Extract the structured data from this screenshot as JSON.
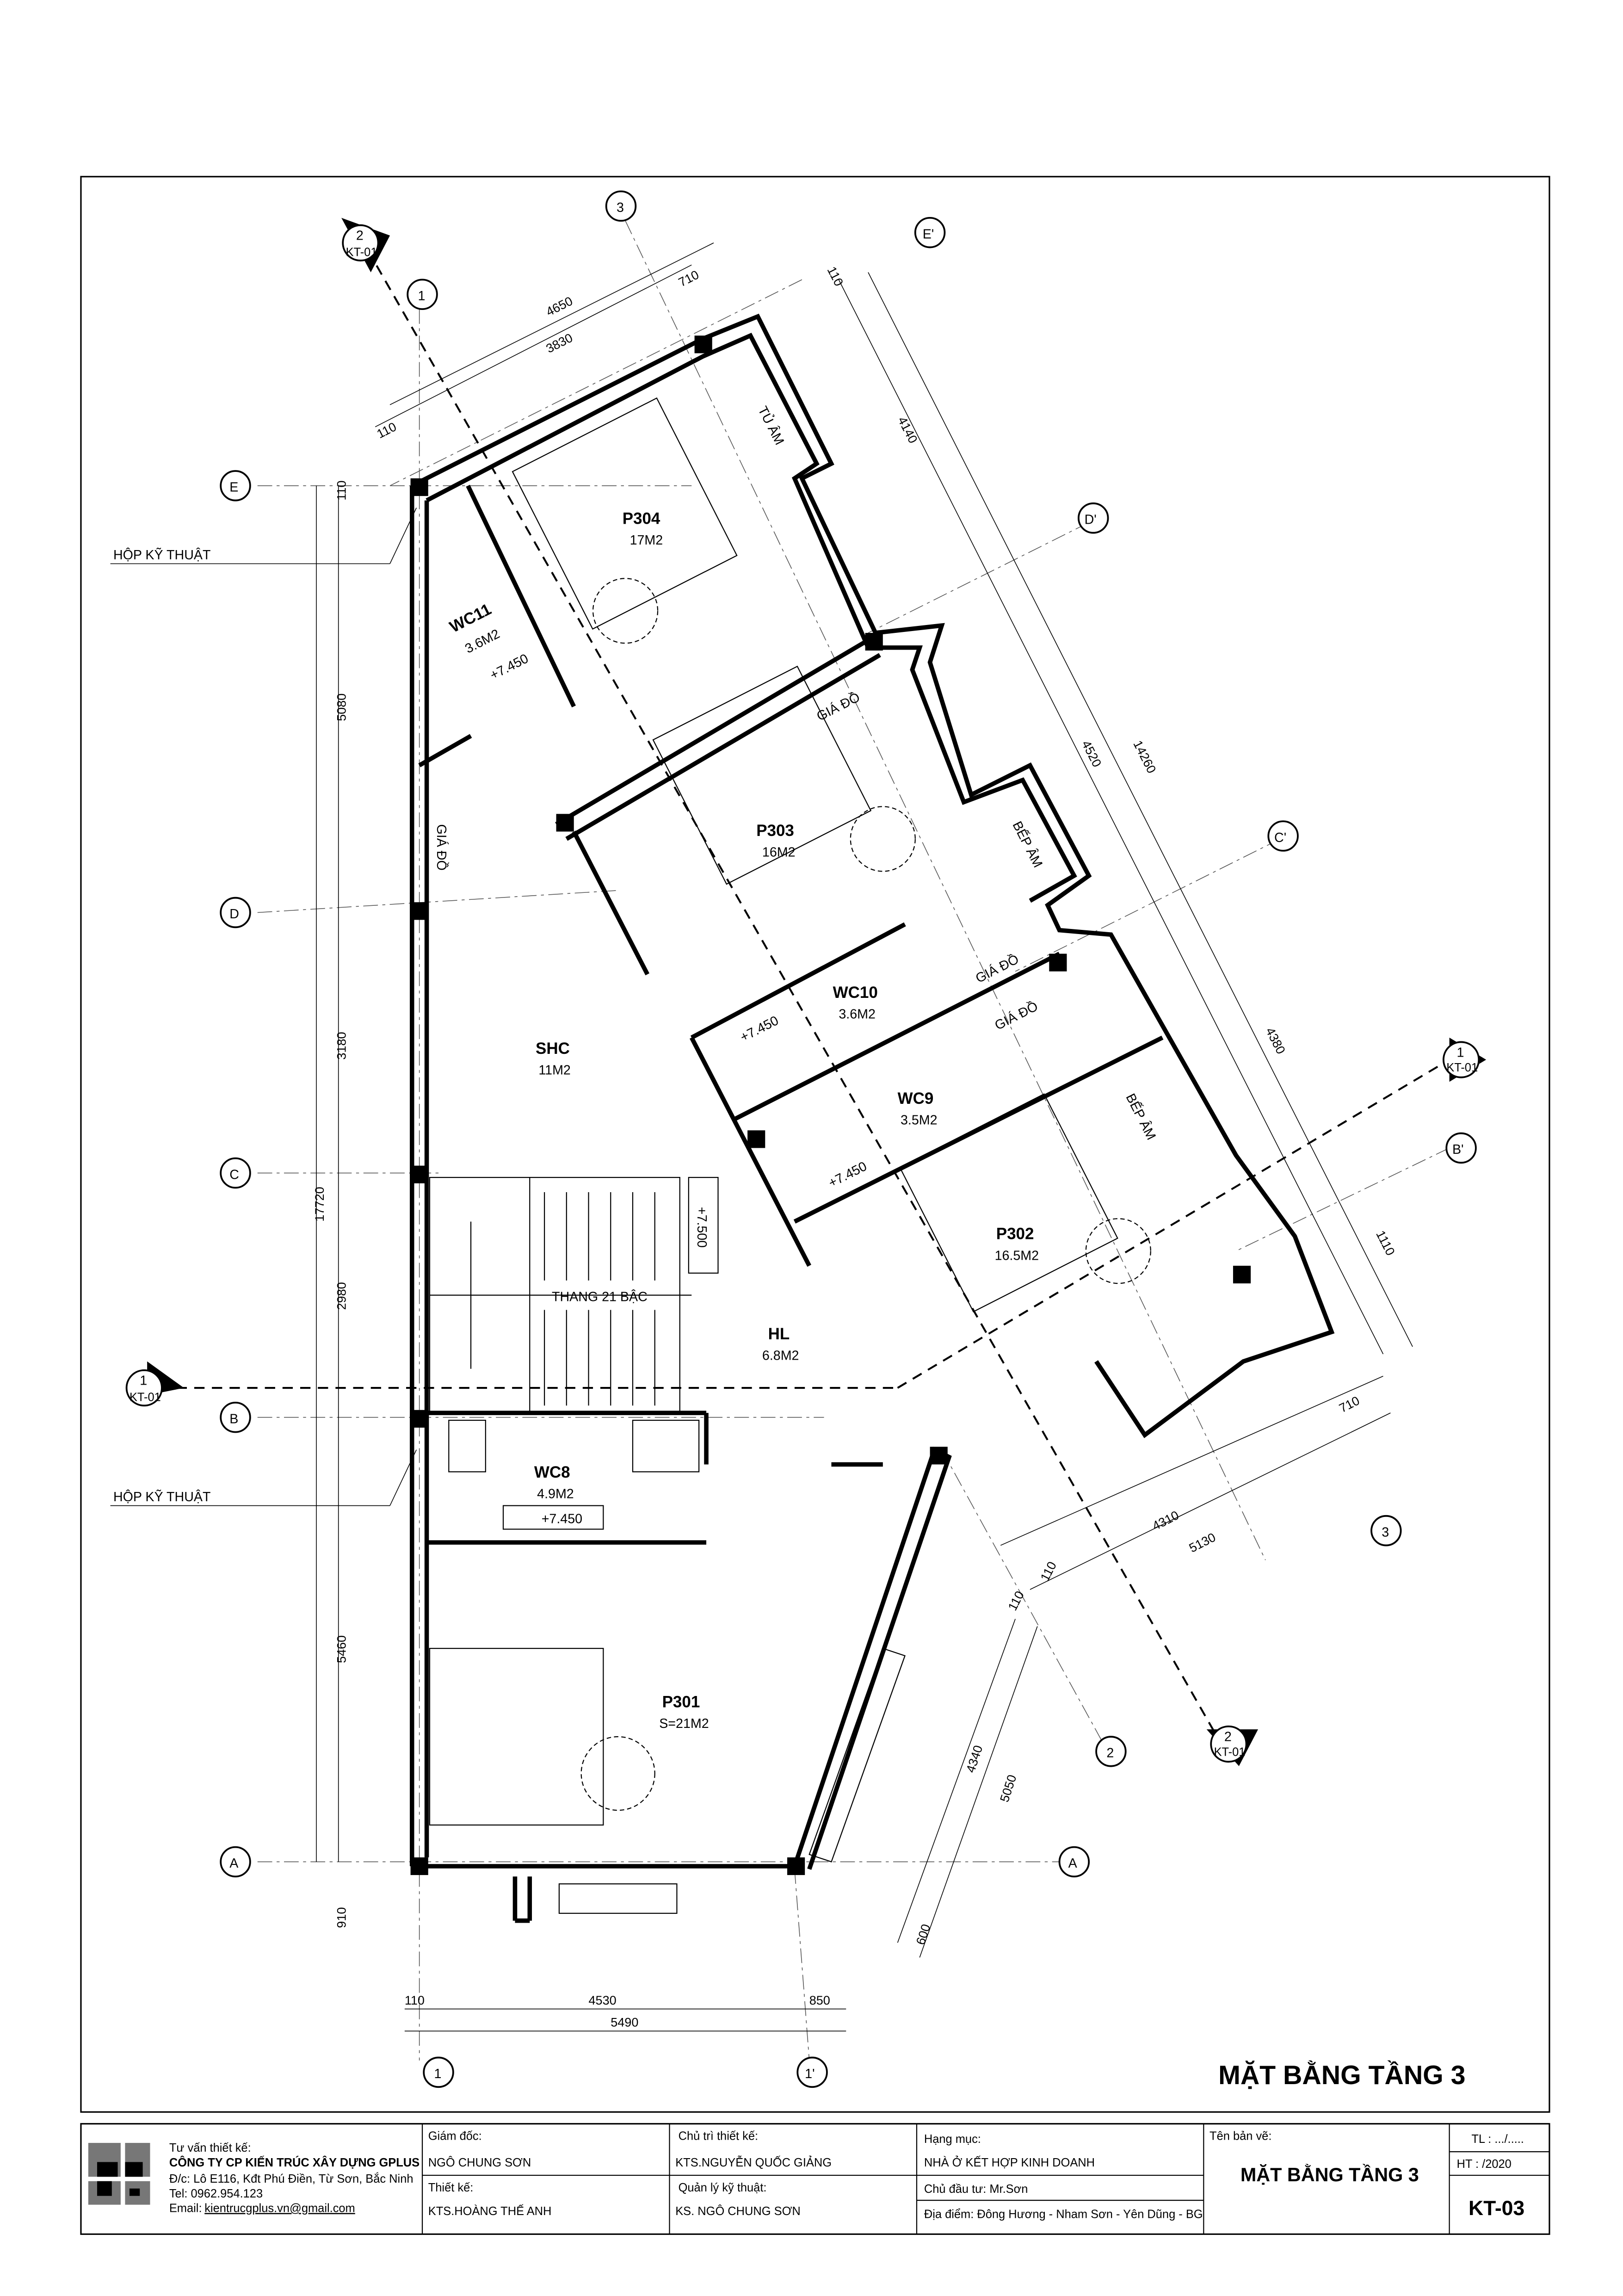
{
  "drawing": {
    "title": "MẶT BẰNG TẦNG 3",
    "rooms": [
      {
        "name": "P304",
        "area": "17M2"
      },
      {
        "name": "WC11",
        "area": "3.6M2"
      },
      {
        "name": "P303",
        "area": "16M2"
      },
      {
        "name": "SHC",
        "area": "11M2"
      },
      {
        "name": "WC10",
        "area": "3.6M2"
      },
      {
        "name": "WC9",
        "area": "3.5M2"
      },
      {
        "name": "P302",
        "area": "16.5M2"
      },
      {
        "name": "HL",
        "area": "6.8M2"
      },
      {
        "name": "WC8",
        "area": "4.9M2"
      },
      {
        "name": "P301",
        "area": "S=21M2"
      }
    ],
    "labels": {
      "hop_ky_thuat_1": "HỘP KỸ THUẬT",
      "hop_ky_thuat_2": "HỘP KỸ THUẬT",
      "tu_am": "TỦ ÂM",
      "gia_do_1": "GIÁ ĐỒ",
      "gia_do_2": "GIÁ ĐỒ",
      "gia_do_3": "GIÁ ĐỒ",
      "gia_do_4": "GIÁ ĐỒ",
      "bep_am_1": "BẾP ÂM",
      "bep_am_2": "BẾP ÂM",
      "stair": "THANG 21 BẬC"
    },
    "levels": {
      "wc11": "+7.450",
      "wc10": "+7.450",
      "wc9": "+7.450",
      "wc8": "+7.450",
      "stair": "+7.500"
    },
    "grid_axes": {
      "E": "E",
      "D": "D",
      "C": "C",
      "B": "B",
      "A": "A",
      "A2": "A",
      "ax1_top": "1",
      "ax1_bottom": "1",
      "ax1p": "1'",
      "ax3_top": "3",
      "ax3_right": "3",
      "ax2": "2",
      "Ep": "E'",
      "Dp": "D'",
      "Cp": "C'",
      "Bp": "B'"
    },
    "section_marks": {
      "s2_top": {
        "num": "2",
        "sheet": "KT-01"
      },
      "s2_bottom": {
        "num": "2",
        "sheet": "KT-01"
      },
      "s1_left": {
        "num": "1",
        "sheet": "KT-01"
      },
      "s1_right": {
        "num": "1",
        "sheet": "KT-01"
      }
    },
    "dimensions": {
      "top_4650": "4650",
      "top_3830": "3830",
      "top_710": "710",
      "top_110a": "110",
      "top_110b": "110",
      "left_110": "110",
      "left_5080": "5080",
      "left_3180": "3180",
      "left_2980": "2980",
      "left_5460": "5460",
      "left_910": "910",
      "left_17720": "17720",
      "bottom_110": "110",
      "bottom_4530": "4530",
      "bottom_850": "850",
      "bottom_5490": "5490",
      "right_4140": "4140",
      "right_4520": "4520",
      "right_14260": "14260",
      "right_4380": "4380",
      "right_1110": "1110",
      "br_710": "710",
      "br_4310": "4310",
      "br_5130": "5130",
      "br_110a": "110",
      "br_110b": "110",
      "br_4340": "4340",
      "br_5050": "5050",
      "br_600": "600"
    }
  },
  "title_block": {
    "consultant_label": "Tư vấn thiết kế:",
    "company": "CÔNG TY CP KIẾN TRÚC XÂY DỰNG GPLUS",
    "address": "Đ/c: Lô E116, Kđt Phú Điền, Từ Sơn, Bắc Ninh",
    "tel": "Tel: 0962.954.123",
    "email_label": "Email:",
    "email": "kientrucgplus.vn@gmail.com",
    "director_label": "Giám đốc:",
    "director": "NGÔ CHUNG SƠN",
    "designer_label": "Thiết kế:",
    "designer": "KTS.HOÀNG THẾ ANH",
    "chief_label": "Chủ trì thiết kế:",
    "chief": "KTS.NGUYỄN QUỐC GIẢNG",
    "tech_label": "Quản lý kỹ thuật:",
    "tech": "KS. NGÔ CHUNG SƠN",
    "item_label": "Hạng mục:",
    "item": "NHÀ Ở KẾT HỢP KINH DOANH",
    "owner": "Chủ đầu tư: Mr.Sơn",
    "location": "Địa điểm: Đông Hương - Nham Sơn - Yên Dũng - BG",
    "sheet_name_label": "Tên bản vẽ:",
    "sheet_name": "MẶT BẰNG TẦNG 3",
    "scale": "TL : .../.....",
    "date": "HT :      /2020",
    "sheet_no": "KT-03"
  }
}
